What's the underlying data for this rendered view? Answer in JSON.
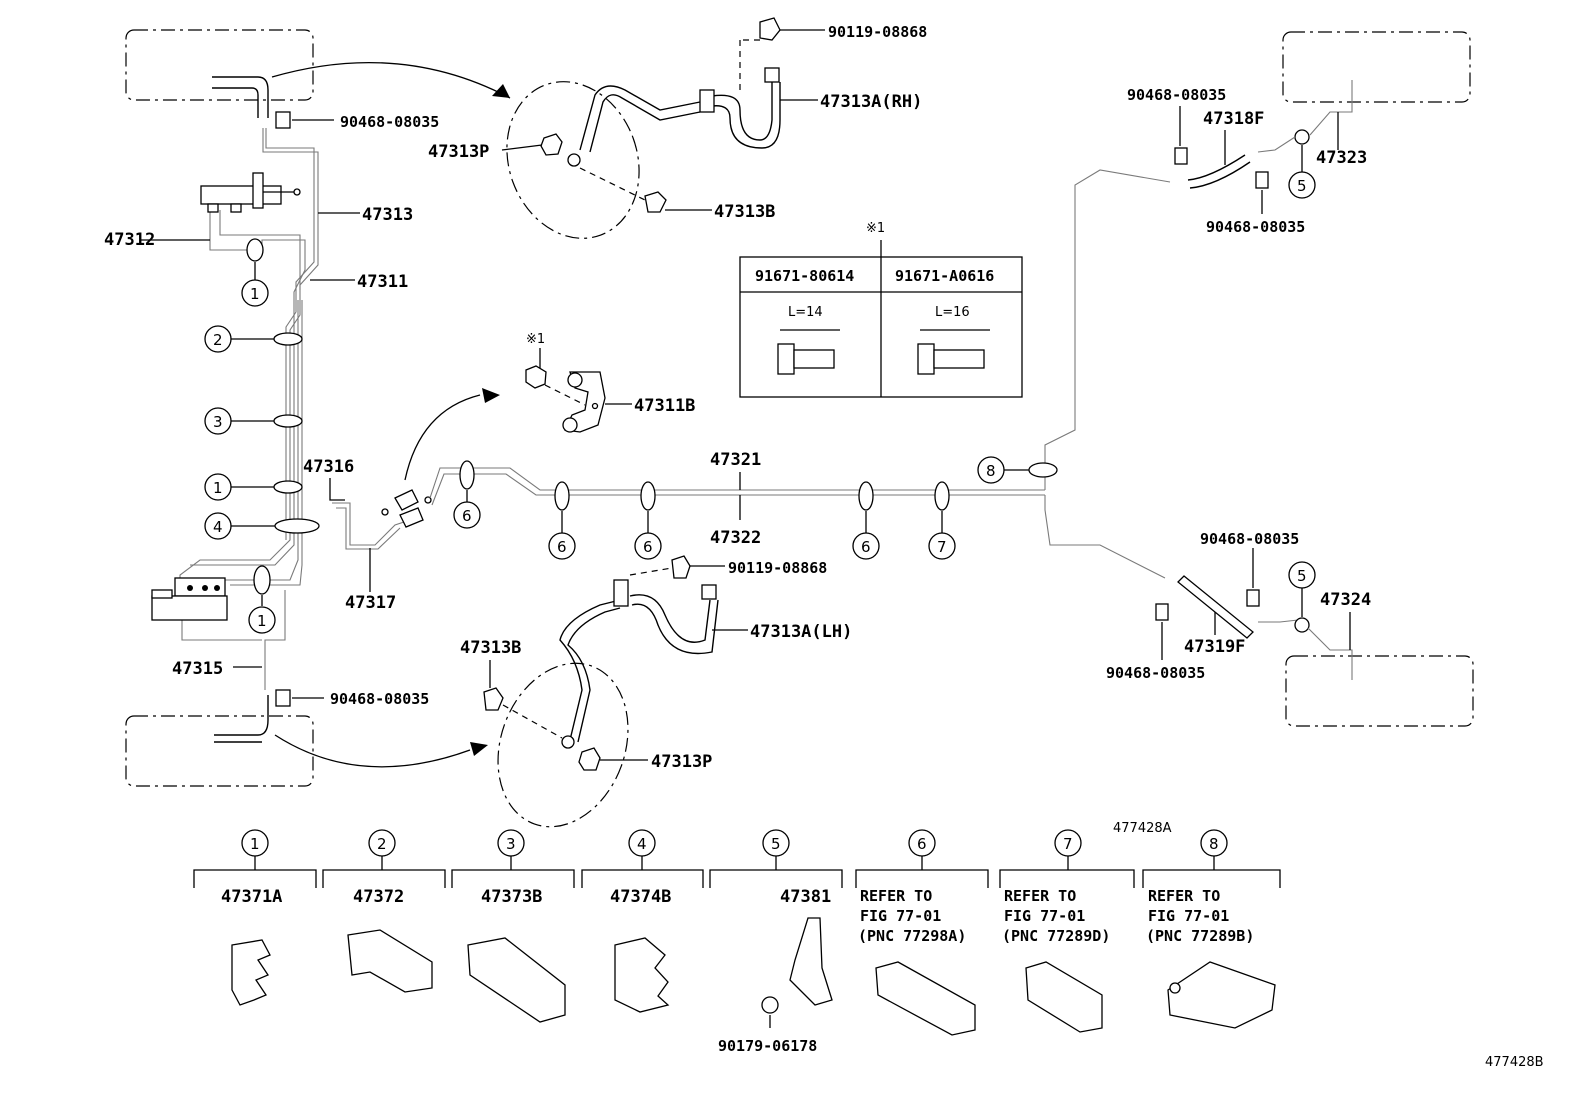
{
  "diagram": {
    "code_bottom_right": "477428B",
    "code_mid": "477428A"
  },
  "parts": {
    "p_90119_top": "90119-08868",
    "p_47313A_RH": "47313A(RH)",
    "p_47313P_top": "47313P",
    "p_47313B_top": "47313B",
    "p_90468_topleft": "90468-08035",
    "p_47313": "47313",
    "p_47312": "47312",
    "p_47311": "47311",
    "p_47311B": "47311B",
    "p_note1_mark_top": "※1",
    "p_note1_mark_part": "※1",
    "p_47316": "47316",
    "p_47317": "47317",
    "p_47321": "47321",
    "p_47322": "47322",
    "p_47315": "47315",
    "p_90468_botleft": "90468-08035",
    "p_90119_bot": "90119-08868",
    "p_47313A_LH": "47313A(LH)",
    "p_47313B_bot": "47313B",
    "p_47313P_bot": "47313P",
    "p_90468_tr1": "90468-08035",
    "p_47318F": "47318F",
    "p_47323": "47323",
    "p_90468_tr2": "90468-08035",
    "p_90468_br1": "90468-08035",
    "p_47324": "47324",
    "p_47319F": "47319F",
    "p_90468_br2": "90468-08035"
  },
  "bolt_table": {
    "col1_pn": "91671-80614",
    "col2_pn": "91671-A0616",
    "col1_len": "L=14",
    "col2_len": "L=16"
  },
  "callouts": {
    "c1": "1",
    "c2": "2",
    "c3": "3",
    "c4": "4",
    "c5": "5",
    "c6": "6",
    "c7": "7",
    "c8": "8"
  },
  "legend": {
    "items": [
      {
        "num": "1",
        "pn": "47371A"
      },
      {
        "num": "2",
        "pn": "47372"
      },
      {
        "num": "3",
        "pn": "47373B"
      },
      {
        "num": "4",
        "pn": "47374B"
      },
      {
        "num": "5",
        "pn": "47381",
        "sub": "90179-06178"
      },
      {
        "num": "6",
        "ref1": "REFER TO",
        "ref2": "FIG 77-01",
        "ref3": "(PNC 77298A)"
      },
      {
        "num": "7",
        "ref1": "REFER TO",
        "ref2": "FIG 77-01",
        "ref3": "(PNC 77289D)"
      },
      {
        "num": "8",
        "ref1": "REFER TO",
        "ref2": "FIG 77-01",
        "ref3": "(PNC 77289B)"
      }
    ]
  }
}
